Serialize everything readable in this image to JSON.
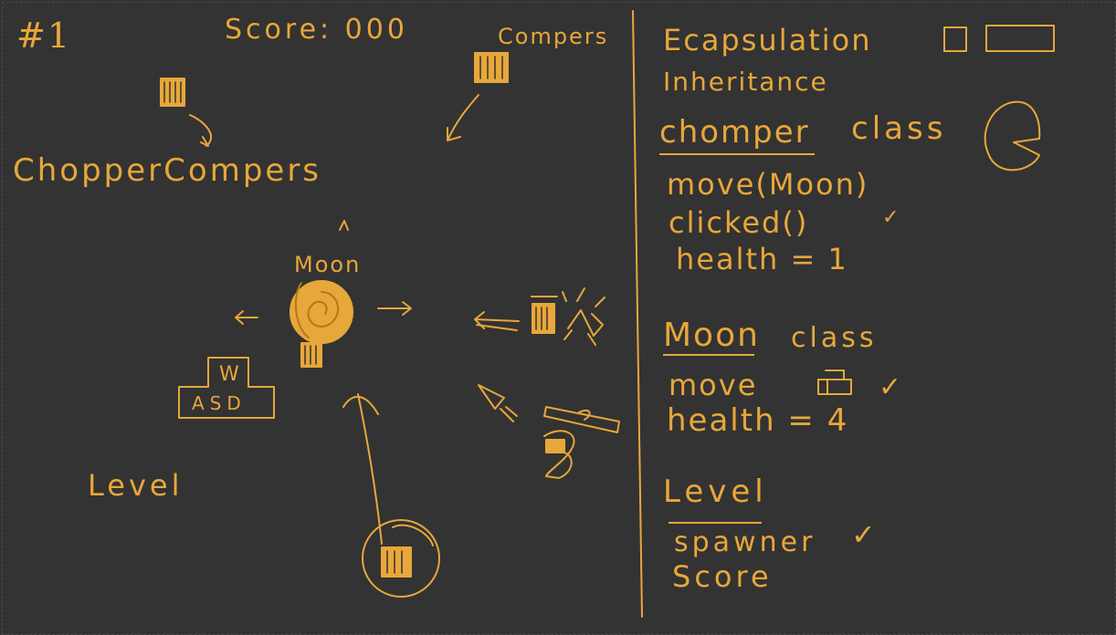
{
  "colors": {
    "background": "#333333",
    "ink": "#e8a73a",
    "frame": "#4a4a4a"
  },
  "left_panel": {
    "level_number": "#1",
    "score": "Score: 000",
    "chompers_label": "Compers",
    "game_title": "ChopperCompers",
    "moon_label": "Moon",
    "keys": {
      "top": "W",
      "bottom": "ASD"
    },
    "level_label": "Level"
  },
  "right_panel": {
    "concepts": [
      "Ecapsulation",
      "Inheritance"
    ],
    "chomper_class": {
      "title": "chomper",
      "suffix": "class",
      "members": [
        "move(Moon)",
        "clicked()",
        "health = 1"
      ],
      "checks": [
        "",
        "✓",
        ""
      ]
    },
    "moon_class": {
      "title": "Moon",
      "suffix": "class",
      "members": [
        "move",
        "health = 4"
      ],
      "checks": [
        "✓",
        ""
      ]
    },
    "level_class": {
      "title": "Level",
      "members": [
        "spawner",
        "Score"
      ],
      "checks": [
        "✓",
        ""
      ]
    }
  },
  "icons": [
    "chomper-sprite-icon",
    "moon-icon",
    "pacman-icon",
    "wasd-keys-icon",
    "explosion-icon",
    "cannon-icon",
    "arrow-icon"
  ]
}
